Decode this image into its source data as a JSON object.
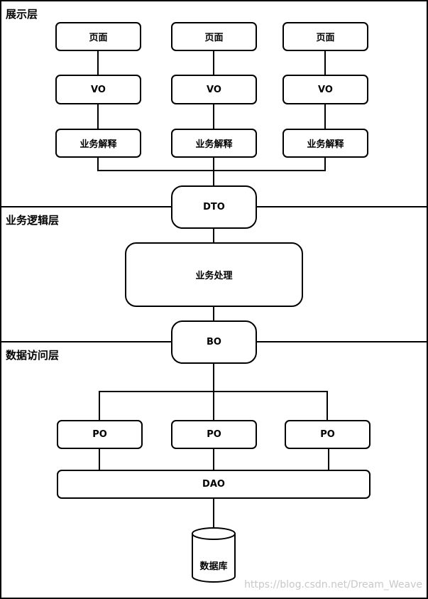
{
  "layers": {
    "presentation": "展示层",
    "business": "业务逻辑层",
    "data_access": "数据访问层"
  },
  "presentation": {
    "columns": [
      {
        "page": "页面",
        "vo": "VO",
        "interp": "业务解释"
      },
      {
        "page": "页面",
        "vo": "VO",
        "interp": "业务解释"
      },
      {
        "page": "页面",
        "vo": "VO",
        "interp": "业务解释"
      }
    ]
  },
  "dto": "DTO",
  "business_processing": "业务处理",
  "bo": "BO",
  "po": [
    "PO",
    "PO",
    "PO"
  ],
  "dao": "DAO",
  "database": "数据库",
  "watermark": "https://blog.csdn.net/Dream_Weave"
}
